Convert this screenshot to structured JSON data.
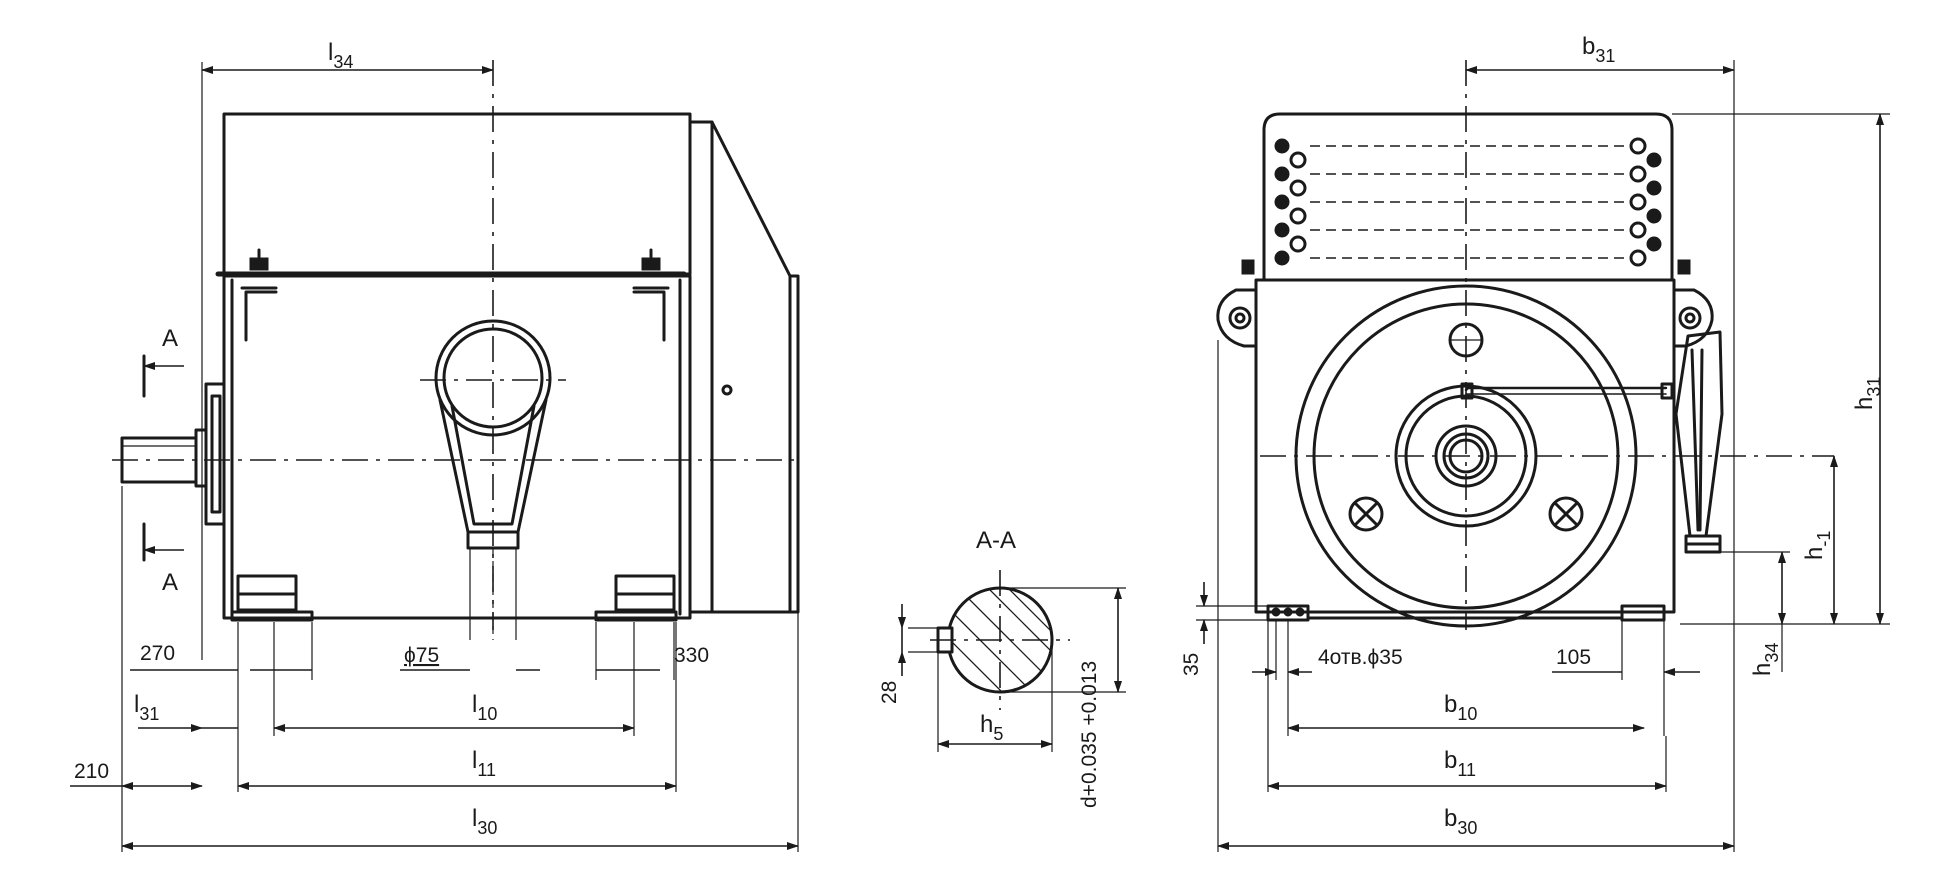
{
  "section_mark": "A",
  "section_title": "A-A",
  "labels": {
    "l34": {
      "main": "l",
      "sub": "34"
    },
    "l31": {
      "main": "l",
      "sub": "31"
    },
    "l10": {
      "main": "l",
      "sub": "10"
    },
    "l11": {
      "main": "l",
      "sub": "11"
    },
    "l30": {
      "main": "l",
      "sub": "30"
    },
    "b31": {
      "main": "b",
      "sub": "31"
    },
    "b10": {
      "main": "b",
      "sub": "10"
    },
    "b11": {
      "main": "b",
      "sub": "11"
    },
    "b30": {
      "main": "b",
      "sub": "30"
    },
    "h31": {
      "main": "h",
      "sub": "31"
    },
    "h1": {
      "main": "h",
      "sub": "-1"
    },
    "h34": {
      "main": "h",
      "sub": "34"
    },
    "h5": {
      "main": "h",
      "sub": "5"
    },
    "d_tol": "d+0.035 +0.013"
  },
  "dimensions": {
    "d270": "270",
    "d330": "330",
    "phi75": "ϕ75",
    "d210": "210",
    "d28": "28",
    "d35": "35",
    "holes": "4отв.ϕ35",
    "d105": "105"
  }
}
